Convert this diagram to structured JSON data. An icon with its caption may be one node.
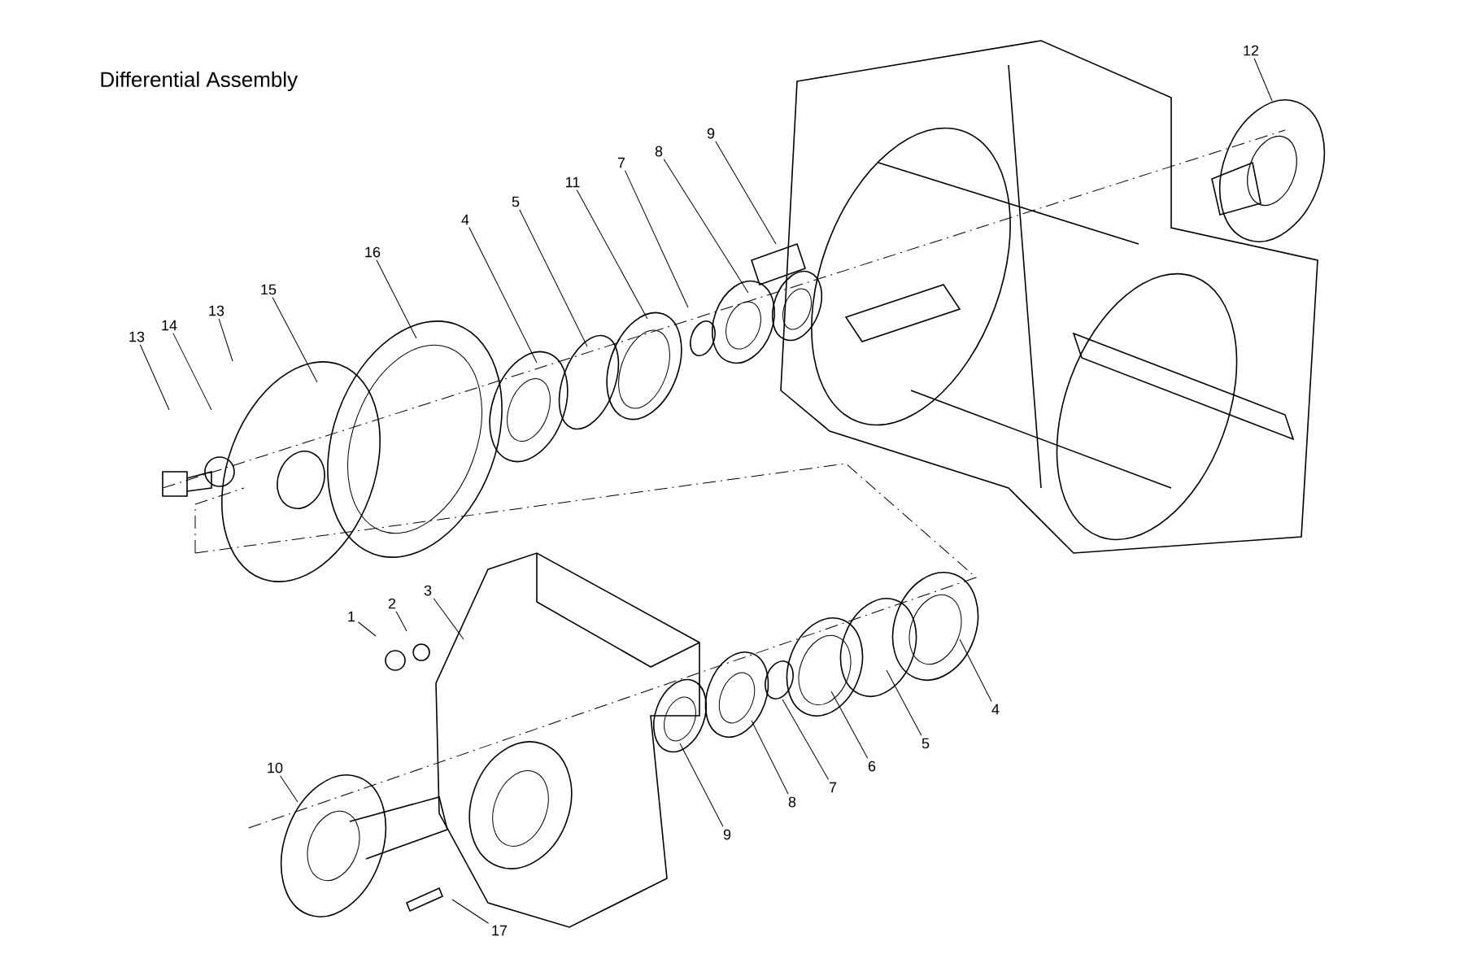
{
  "diagram": {
    "title": "Differential Assembly",
    "nodes": [
      {
        "text": [
          "12"
        ]
      },
      {
        "text": [
          "9"
        ]
      },
      {
        "text": [
          "8"
        ]
      },
      {
        "text": [
          "7"
        ]
      },
      {
        "text": [
          "11"
        ]
      },
      {
        "text": [
          "5"
        ]
      },
      {
        "text": [
          "4"
        ]
      },
      {
        "text": [
          "16"
        ]
      },
      {
        "text": [
          "15"
        ]
      },
      {
        "text": [
          "13"
        ]
      },
      {
        "text": [
          "14"
        ]
      },
      {
        "text": [
          "13"
        ]
      },
      {
        "text": [
          "3"
        ]
      },
      {
        "text": [
          "2"
        ]
      },
      {
        "text": [
          "1"
        ]
      },
      {
        "text": [
          "10"
        ]
      },
      {
        "text": [
          "4"
        ]
      },
      {
        "text": [
          "5"
        ]
      },
      {
        "text": [
          "6"
        ]
      },
      {
        "text": [
          "7"
        ]
      },
      {
        "text": [
          "8"
        ]
      },
      {
        "text": [
          "9"
        ]
      },
      {
        "text": [
          "17"
        ]
      }
    ],
    "edges": [
      {
        "from": 0,
        "to": null,
        "arrow": "none"
      },
      {
        "from": 1,
        "to": null,
        "arrow": "none"
      },
      {
        "from": 2,
        "to": null,
        "arrow": "none"
      },
      {
        "from": 3,
        "to": null,
        "arrow": "none"
      },
      {
        "from": 4,
        "to": null,
        "arrow": "none"
      },
      {
        "from": 5,
        "to": null,
        "arrow": "none"
      },
      {
        "from": 6,
        "to": null,
        "arrow": "none"
      },
      {
        "from": 7,
        "to": null,
        "arrow": "none"
      },
      {
        "from": 8,
        "to": null,
        "arrow": "none"
      },
      {
        "from": 9,
        "to": null,
        "arrow": "none"
      },
      {
        "from": 10,
        "to": null,
        "arrow": "none"
      },
      {
        "from": 11,
        "to": null,
        "arrow": "none"
      },
      {
        "from": 12,
        "to": null,
        "arrow": "none"
      },
      {
        "from": 13,
        "to": null,
        "arrow": "none"
      },
      {
        "from": 14,
        "to": null,
        "arrow": "none"
      },
      {
        "from": 15,
        "to": null,
        "arrow": "none"
      },
      {
        "from": 16,
        "to": null,
        "arrow": "none"
      },
      {
        "from": 17,
        "to": null,
        "arrow": "none"
      },
      {
        "from": 18,
        "to": null,
        "arrow": "none"
      },
      {
        "from": 19,
        "to": null,
        "arrow": "none"
      },
      {
        "from": 20,
        "to": null,
        "arrow": "none"
      },
      {
        "from": 21,
        "to": null,
        "arrow": "none"
      },
      {
        "from": 22,
        "to": null,
        "arrow": "none"
      }
    ]
  }
}
